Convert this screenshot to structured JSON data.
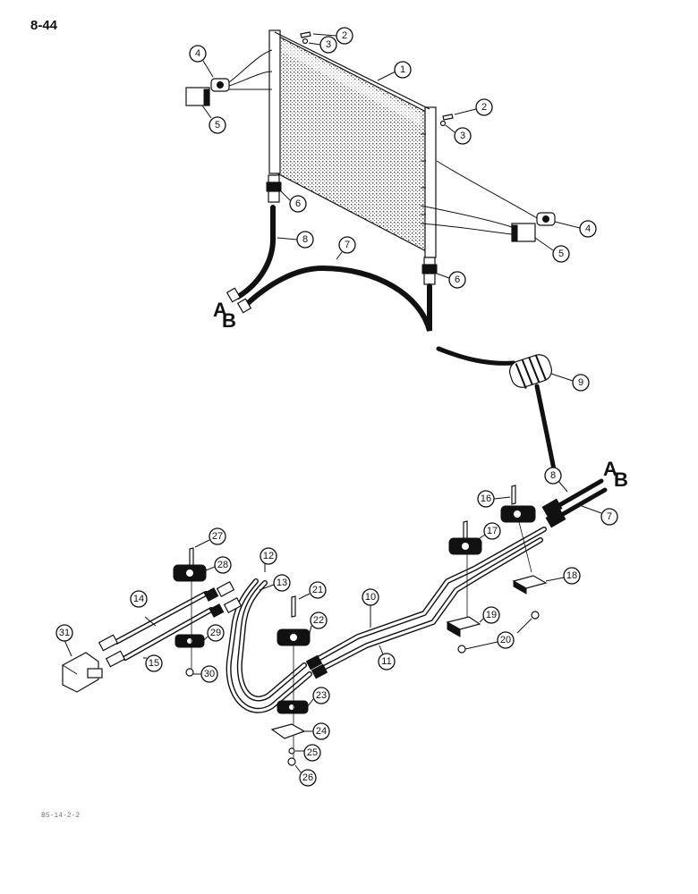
{
  "page": {
    "number": "8-44",
    "footer_code": "B5-14-2-2"
  },
  "connection_labels": {
    "a": "A",
    "b": "B"
  },
  "callouts": [
    {
      "id": "c1",
      "label": "1"
    },
    {
      "id": "c2a",
      "label": "2"
    },
    {
      "id": "c3a",
      "label": "3"
    },
    {
      "id": "c2b",
      "label": "2"
    },
    {
      "id": "c3b",
      "label": "3"
    },
    {
      "id": "c4a",
      "label": "4"
    },
    {
      "id": "c5a",
      "label": "5"
    },
    {
      "id": "c4b",
      "label": "4"
    },
    {
      "id": "c5b",
      "label": "5"
    },
    {
      "id": "c6a",
      "label": "6"
    },
    {
      "id": "c6b",
      "label": "6"
    },
    {
      "id": "c7a",
      "label": "7"
    },
    {
      "id": "c8a",
      "label": "8"
    },
    {
      "id": "c9",
      "label": "9"
    },
    {
      "id": "c8b",
      "label": "8"
    },
    {
      "id": "c7b",
      "label": "7"
    },
    {
      "id": "c16",
      "label": "16"
    },
    {
      "id": "c17",
      "label": "17"
    },
    {
      "id": "c18",
      "label": "18"
    },
    {
      "id": "c19",
      "label": "19"
    },
    {
      "id": "c20",
      "label": "20"
    },
    {
      "id": "c10",
      "label": "10"
    },
    {
      "id": "c11",
      "label": "11"
    },
    {
      "id": "c12",
      "label": "12"
    },
    {
      "id": "c13",
      "label": "13"
    },
    {
      "id": "c21",
      "label": "21"
    },
    {
      "id": "c22",
      "label": "22"
    },
    {
      "id": "c23",
      "label": "23"
    },
    {
      "id": "c24",
      "label": "24"
    },
    {
      "id": "c25",
      "label": "25"
    },
    {
      "id": "c26",
      "label": "26"
    },
    {
      "id": "c27",
      "label": "27"
    },
    {
      "id": "c28",
      "label": "28"
    },
    {
      "id": "c29",
      "label": "29"
    },
    {
      "id": "c30",
      "label": "30"
    },
    {
      "id": "c14",
      "label": "14"
    },
    {
      "id": "c15",
      "label": "15"
    },
    {
      "id": "c31",
      "label": "31"
    }
  ]
}
